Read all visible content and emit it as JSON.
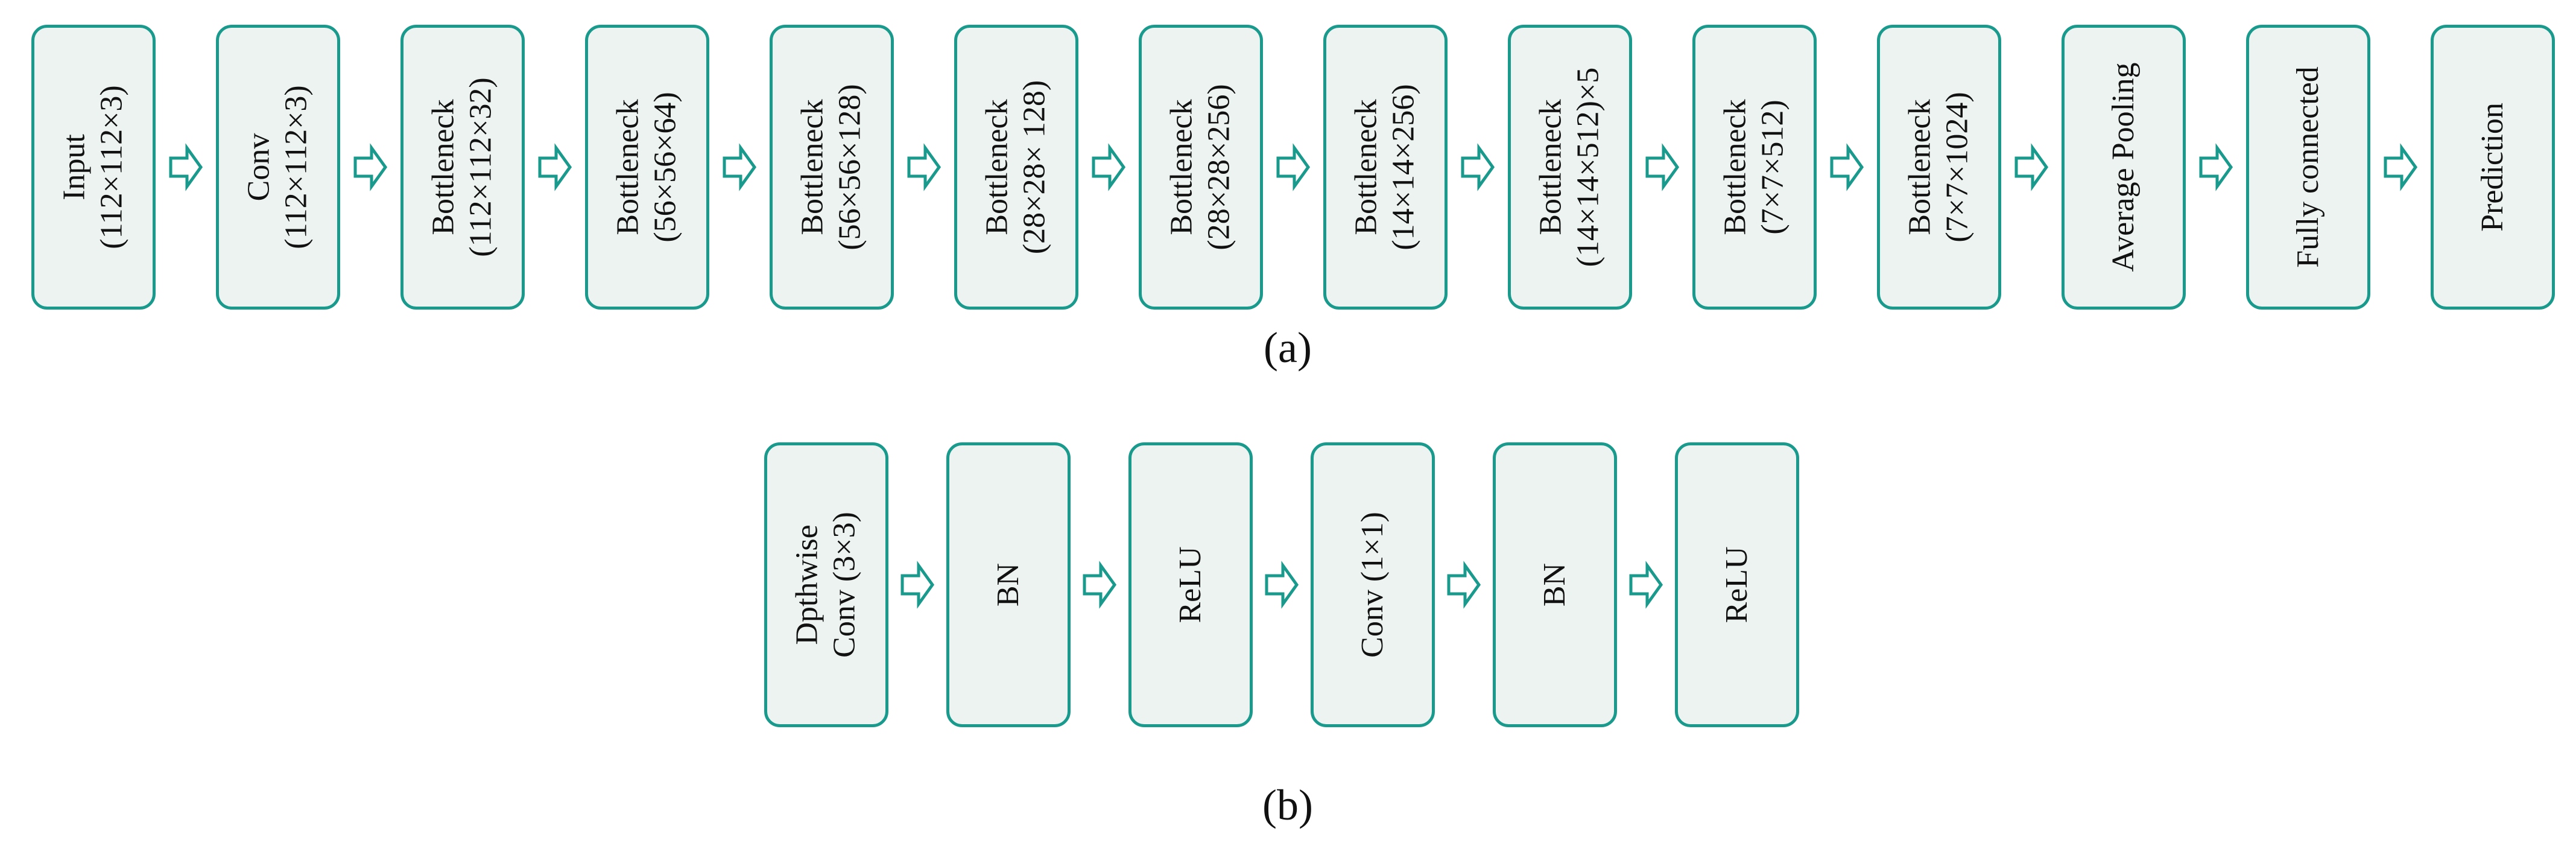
{
  "colors": {
    "box_border": "#1a9a8c",
    "box_fill": "#ecf3f1",
    "arrow": "#1a9a8c"
  },
  "panel_a": {
    "caption": "(a)",
    "blocks": [
      {
        "line1": "Input",
        "line2": "(112×112×3)"
      },
      {
        "line1": "Conv",
        "line2": "(112×112×3)"
      },
      {
        "line1": "Bottleneck",
        "line2": "(112×112×32)"
      },
      {
        "line1": "Bottleneck",
        "line2": "(56×56×64)"
      },
      {
        "line1": "Bottleneck",
        "line2": "(56×56×128)"
      },
      {
        "line1": "Bottleneck",
        "line2": "(28×28× 128)"
      },
      {
        "line1": "Bottleneck",
        "line2": "(28×28×256)"
      },
      {
        "line1": "Bottleneck",
        "line2": "(14×14×256)"
      },
      {
        "line1": "Bottleneck",
        "line2": "(14×14×512)×5"
      },
      {
        "line1": "Bottleneck",
        "line2": "(7×7×512)"
      },
      {
        "line1": "Bottleneck",
        "line2": "(7×7×1024)"
      },
      {
        "line1": "Average Pooling",
        "line2": ""
      },
      {
        "line1": "Fully connected",
        "line2": ""
      },
      {
        "line1": "Prediction",
        "line2": ""
      }
    ]
  },
  "panel_b": {
    "caption": "(b)",
    "blocks": [
      {
        "line1": "Dpthwise",
        "line2": "Conv (3×3)"
      },
      {
        "line1": "BN",
        "line2": ""
      },
      {
        "line1": "ReLU",
        "line2": ""
      },
      {
        "line1": "Conv (1×1)",
        "line2": ""
      },
      {
        "line1": "BN",
        "line2": ""
      },
      {
        "line1": "ReLU",
        "line2": ""
      }
    ]
  }
}
